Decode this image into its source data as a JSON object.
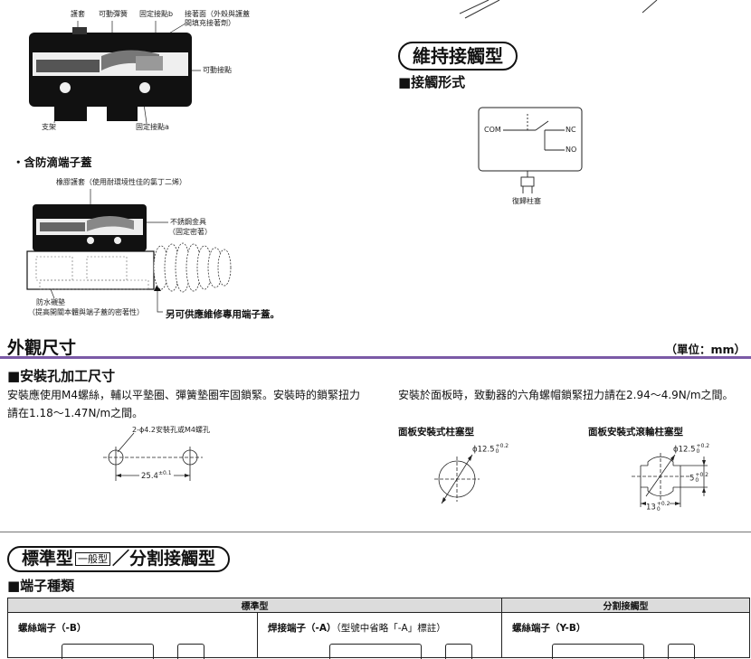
{
  "top_diagram": {
    "labels": {
      "cover": "護套",
      "movable_spring": "可動彈簧",
      "fixed_contact_b": "固定接點b",
      "adhesive_face": "接著面（外殼與護蓋",
      "adhesive_face_2": "間填充接著劑）",
      "movable_contact": "可動接點",
      "bracket": "支架",
      "fixed_contact_a": "固定接點a"
    }
  },
  "drip_section": {
    "heading": "・含防滴端子蓋",
    "labels": {
      "rubber_cover": "橡膠護套（使用耐環境性佳的氯丁二烯）",
      "stainless_fitting": "不銹鋼金具",
      "stainless_fitting_2": "（固定密著）",
      "waterproof_gasket": "防水襯墊",
      "waterproof_gasket_2": "（提高開關本體與端子蓋的密著性）"
    },
    "note": "另可供應維修專用端子蓋。"
  },
  "maintained_contact": {
    "title": "維持接觸型",
    "subhead": "■接觸形式",
    "circuit": {
      "com": "COM",
      "nc": "NC",
      "no": "NO",
      "plunger_label": "復歸柱塞"
    }
  },
  "dimensions": {
    "title": "外觀尺寸",
    "unit": "（單位：mm）",
    "mount_title": "■安裝孔加工尺寸",
    "mount_text": "安裝應使用M4螺絲，輔以平墊圈、彈簧墊圈牢固鎖緊。安裝時的鎖緊扭力請在1.18～1.47N/m之間。",
    "hole_label": "2-ϕ4.2安裝孔或M4螺孔",
    "hole_dim": "25.4",
    "hole_tol": "±0.1",
    "panel_text": "安裝於面板時，致動器的六角螺帽鎖緊扭力請在2.94～4.9N/m之間。",
    "panel_plunger": {
      "caption": "面板安裝式柱塞型",
      "dia": "ϕ12.5",
      "tol_up": "+0.2",
      "tol_dn": "0"
    },
    "panel_roller": {
      "caption": "面板安裝式滾輪柱塞型",
      "dia": "ϕ12.5",
      "tol_up": "+0.2",
      "tol_dn": "0",
      "h": "5",
      "h_up": "+0.2",
      "h_dn": "0",
      "w": "13",
      "w_up": "+0.2",
      "w_dn": "0"
    }
  },
  "standard_section": {
    "title_a": "標準型",
    "badge": "一般型",
    "title_b": "／分割接觸型",
    "terminal_head": "■端子種類",
    "table": {
      "group_standard": "標準型",
      "group_split": "分割接觸型",
      "cells": [
        {
          "label": "螺絲端子（",
          "code": "-B",
          "tail": "）",
          "note": ""
        },
        {
          "label": "焊接端子（",
          "code": "-A",
          "tail": "）",
          "note": "（型號中省略「-A」標註）"
        },
        {
          "label": "螺絲端子（",
          "code": "Y-B",
          "tail": "）",
          "note": ""
        }
      ]
    }
  },
  "colors": {
    "accent_purple": "#7b5aa6",
    "table_header": "#dcdcdc"
  }
}
